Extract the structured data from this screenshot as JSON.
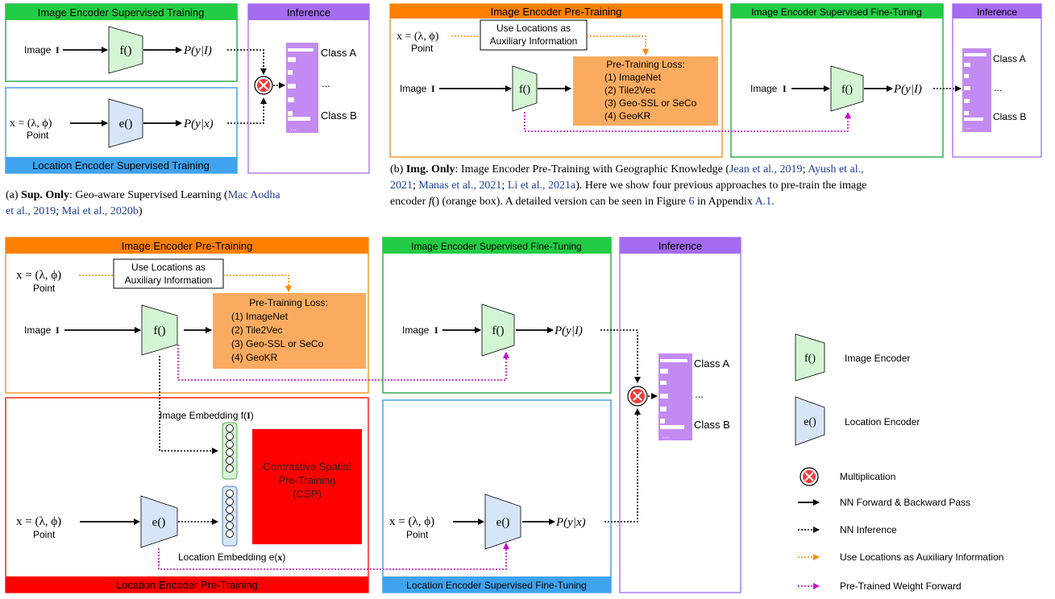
{
  "titles": {
    "a_top": "Image Encoder Supervised Training",
    "a_bottom": "Location Encoder Supervised Training",
    "inference": "Inference",
    "b_pre": "Image Encoder Pre-Training",
    "b_fine": "Image Encoder Supervised Fine-Tuning",
    "c_pre": "Image Encoder Pre-Training",
    "c_fine_img": "Image Encoder Supervised Fine-Tuning",
    "c_loc_pre": "Location Encoder Pre-Training",
    "c_loc_fine": "Location Encoder Supervised Fine-Tuning"
  },
  "labels": {
    "image_input": "Image",
    "image_sym": "I",
    "point": "Point",
    "loc_input": "x = (λ, ϕ)",
    "f_enc": "f()",
    "e_enc": "e()",
    "p_img": "P(y|I)",
    "p_loc": "P(y|x)",
    "class_a": "Class A",
    "class_b": "Class B",
    "dots": "...",
    "aux_line1": "Use Locations as",
    "aux_line2": "Auxiliary Information",
    "loss_title": "Pre-Training Loss:",
    "loss_items": [
      "(1) ImageNet",
      "(2) Tile2Vec",
      "(3) Geo-SSL or SeCo",
      "(4) GeoKR"
    ],
    "img_embed": "Image Embedding f(",
    "img_embed_sym": "I",
    "loc_embed": "Location Embedding e(",
    "loc_embed_sym": "x",
    "close_paren": ")",
    "csp_line1": "Contrastive Spatial",
    "csp_line2": "Pre-Training",
    "csp_line3": "(CSP)"
  },
  "legend": {
    "image_encoder": "Image Encoder",
    "location_encoder": "Location Encoder",
    "multiplication": "Multiplication",
    "forward_backward": "NN Forward & Backward Pass",
    "inference": "NN Inference",
    "aux_info": "Use Locations as Auxiliary Information",
    "weight_forward": "Pre-Trained Weight Forward"
  },
  "captions": {
    "a_label": "(a)",
    "a_bold": "Sup. Only",
    "a_text": ": Geo-aware Supervised Learning (",
    "a_cite1": "Mac Aodha",
    "a_cite1b": "et al., 2019",
    "a_sep": "; ",
    "a_cite2": "Mai et al., 2020b",
    "a_end": ")",
    "b_label": "(b)",
    "b_bold": "Img. Only",
    "b_text": ": Image Encoder Pre-Training with Geographic Knowledge (",
    "b_cite1": "Jean et al., 2019",
    "b_cite2a": "Ayush et al.,",
    "b_cite2b": "2021",
    "b_cite3": "Manas et al., 2021",
    "b_cite4": "Li et al., 2021a",
    "b_text2": "). Here we show four previous approaches to pre-train the image",
    "b_text3a": "encoder ",
    "b_text3b": "f",
    "b_text3c": "() (orange box). A detailed version can be seen in Figure ",
    "b_fig": "6",
    "b_text3d": " in Appendix ",
    "b_app": "A.1",
    "b_text3e": "."
  },
  "colors": {
    "green_title": "#22cc44",
    "green_border": "#33aa55",
    "blue_title": "#3fa3f0",
    "blue_border": "#4aa0e0",
    "orange_title": "#ff8000",
    "orange_border": "#f29a2e",
    "orange_box": "#fbab5f",
    "purple_title": "#a56bf0",
    "purple_border": "#b07cf0",
    "red_title": "#ff0000",
    "red_box": "#ff0000",
    "f_fill": "#d4f5d4",
    "e_fill": "#d6e6f8",
    "aux_arrow": "#ff8a00",
    "weight_arrow": "#cc00cc",
    "cite": "#1f3f9a"
  }
}
